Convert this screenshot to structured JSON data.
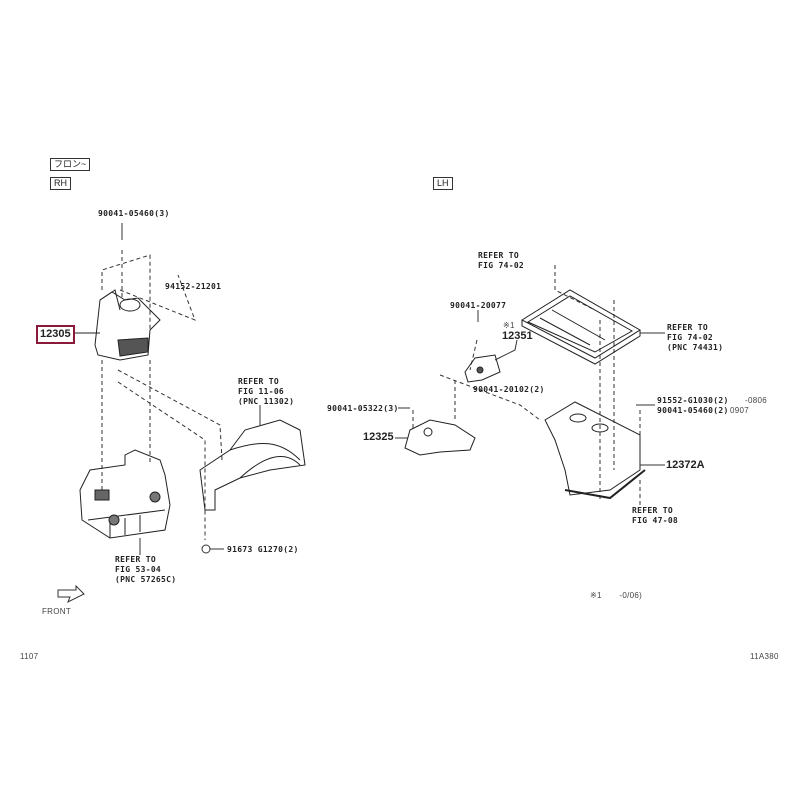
{
  "header": {
    "front_tag": "フロン~",
    "rh_tag": "RH",
    "lh_tag": "LH"
  },
  "rh": {
    "bolt_top": "90041-05460(3)",
    "bolt_side": "94152-21201",
    "part_main": "12305",
    "refer_bracket": "REFER TO\nFIG 11-06\n(PNC 11302)",
    "refer_frame": "REFER TO\nFIG 53-04\n(PNC 57265C)",
    "bolt_bottom": "91673 G1270(2)",
    "front_label": "FRONT"
  },
  "lh": {
    "refer_top": "REFER TO\nFIG 74-02",
    "bolt_a": "90041-20077",
    "note_mark": "※1",
    "part_damper": "12351",
    "refer_tray": "REFER TO\nFIG 74-02\n(PNC 74431)",
    "bolt_b": "90041-20102(2)",
    "bolt_c": "90041-05322(3)",
    "bolt_d": "91552-G1030(2)",
    "bolt_d_date": "-0806",
    "bolt_e": "90041-05460(2)",
    "bolt_e_date": "0907",
    "part_bracket": "12325",
    "part_mount": "12372A",
    "refer_bottom": "REFER TO\nFIG 47-08"
  },
  "footnote": "※1       -0/06)",
  "page_left": "1107",
  "figure_code": "11A380",
  "colors": {
    "highlight": "#8b1a3a",
    "ink": "#222222"
  }
}
